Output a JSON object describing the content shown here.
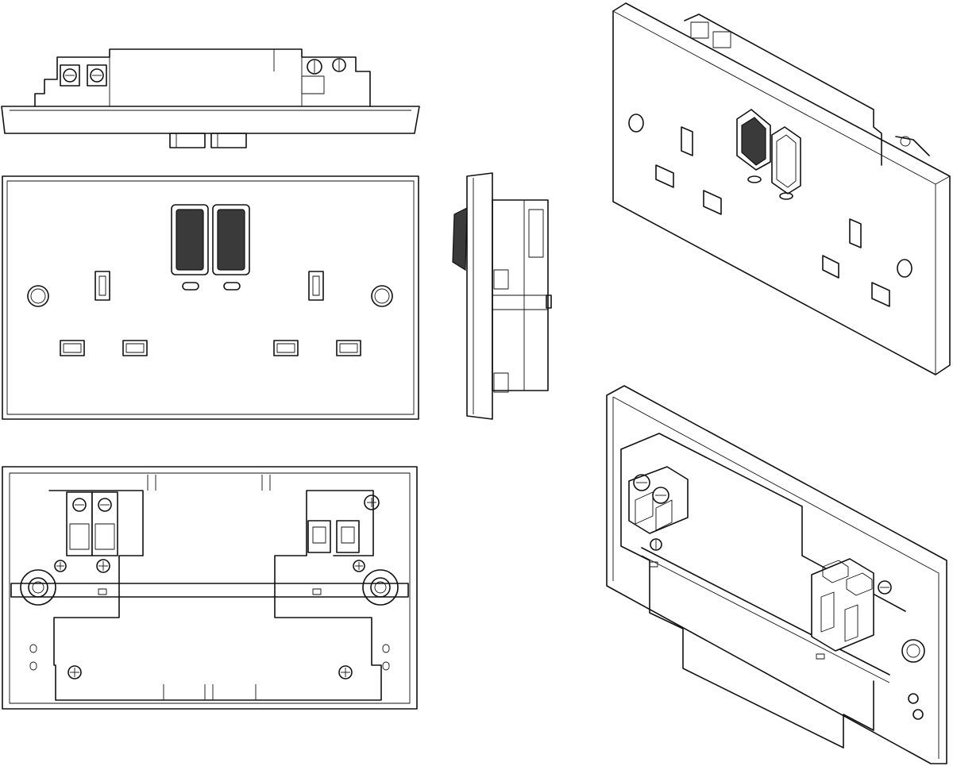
{
  "drawing": {
    "views": [
      {
        "id": "top-view"
      },
      {
        "id": "front-view"
      },
      {
        "id": "side-view"
      },
      {
        "id": "rear-view"
      },
      {
        "id": "isometric-front-view"
      },
      {
        "id": "isometric-rear-view"
      }
    ],
    "colors": {
      "line": "#111111",
      "background": "#ffffff",
      "switch_rocker": "#3a3a3a"
    }
  }
}
